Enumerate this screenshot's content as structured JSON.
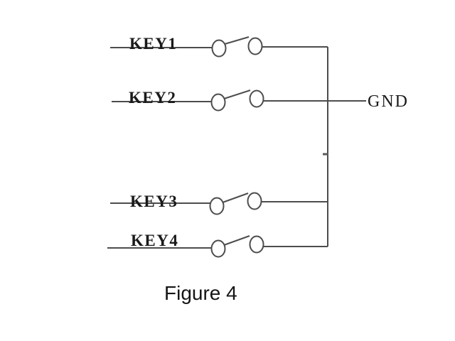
{
  "figure": {
    "caption": "Figure 4",
    "labels": {
      "key1": "KEY1",
      "key2": "KEY2",
      "key3": "KEY3",
      "key4": "KEY4",
      "gnd": "GND"
    },
    "colors": {
      "wire": "#4d4d4d",
      "label_text": "#1a1a1a",
      "background": "#ffffff"
    },
    "structure": {
      "type": "keypad-to-ground schematic",
      "rows": [
        {
          "net": "KEY1",
          "switch_state": "open",
          "connects_to": "GND bus"
        },
        {
          "net": "KEY2",
          "switch_state": "open",
          "connects_to": "GND bus and GND lead"
        },
        {
          "net": "KEY3",
          "switch_state": "open",
          "connects_to": "GND bus"
        },
        {
          "net": "KEY4",
          "switch_state": "open",
          "connects_to": "GND bus"
        }
      ],
      "bus_net": "GND"
    }
  }
}
